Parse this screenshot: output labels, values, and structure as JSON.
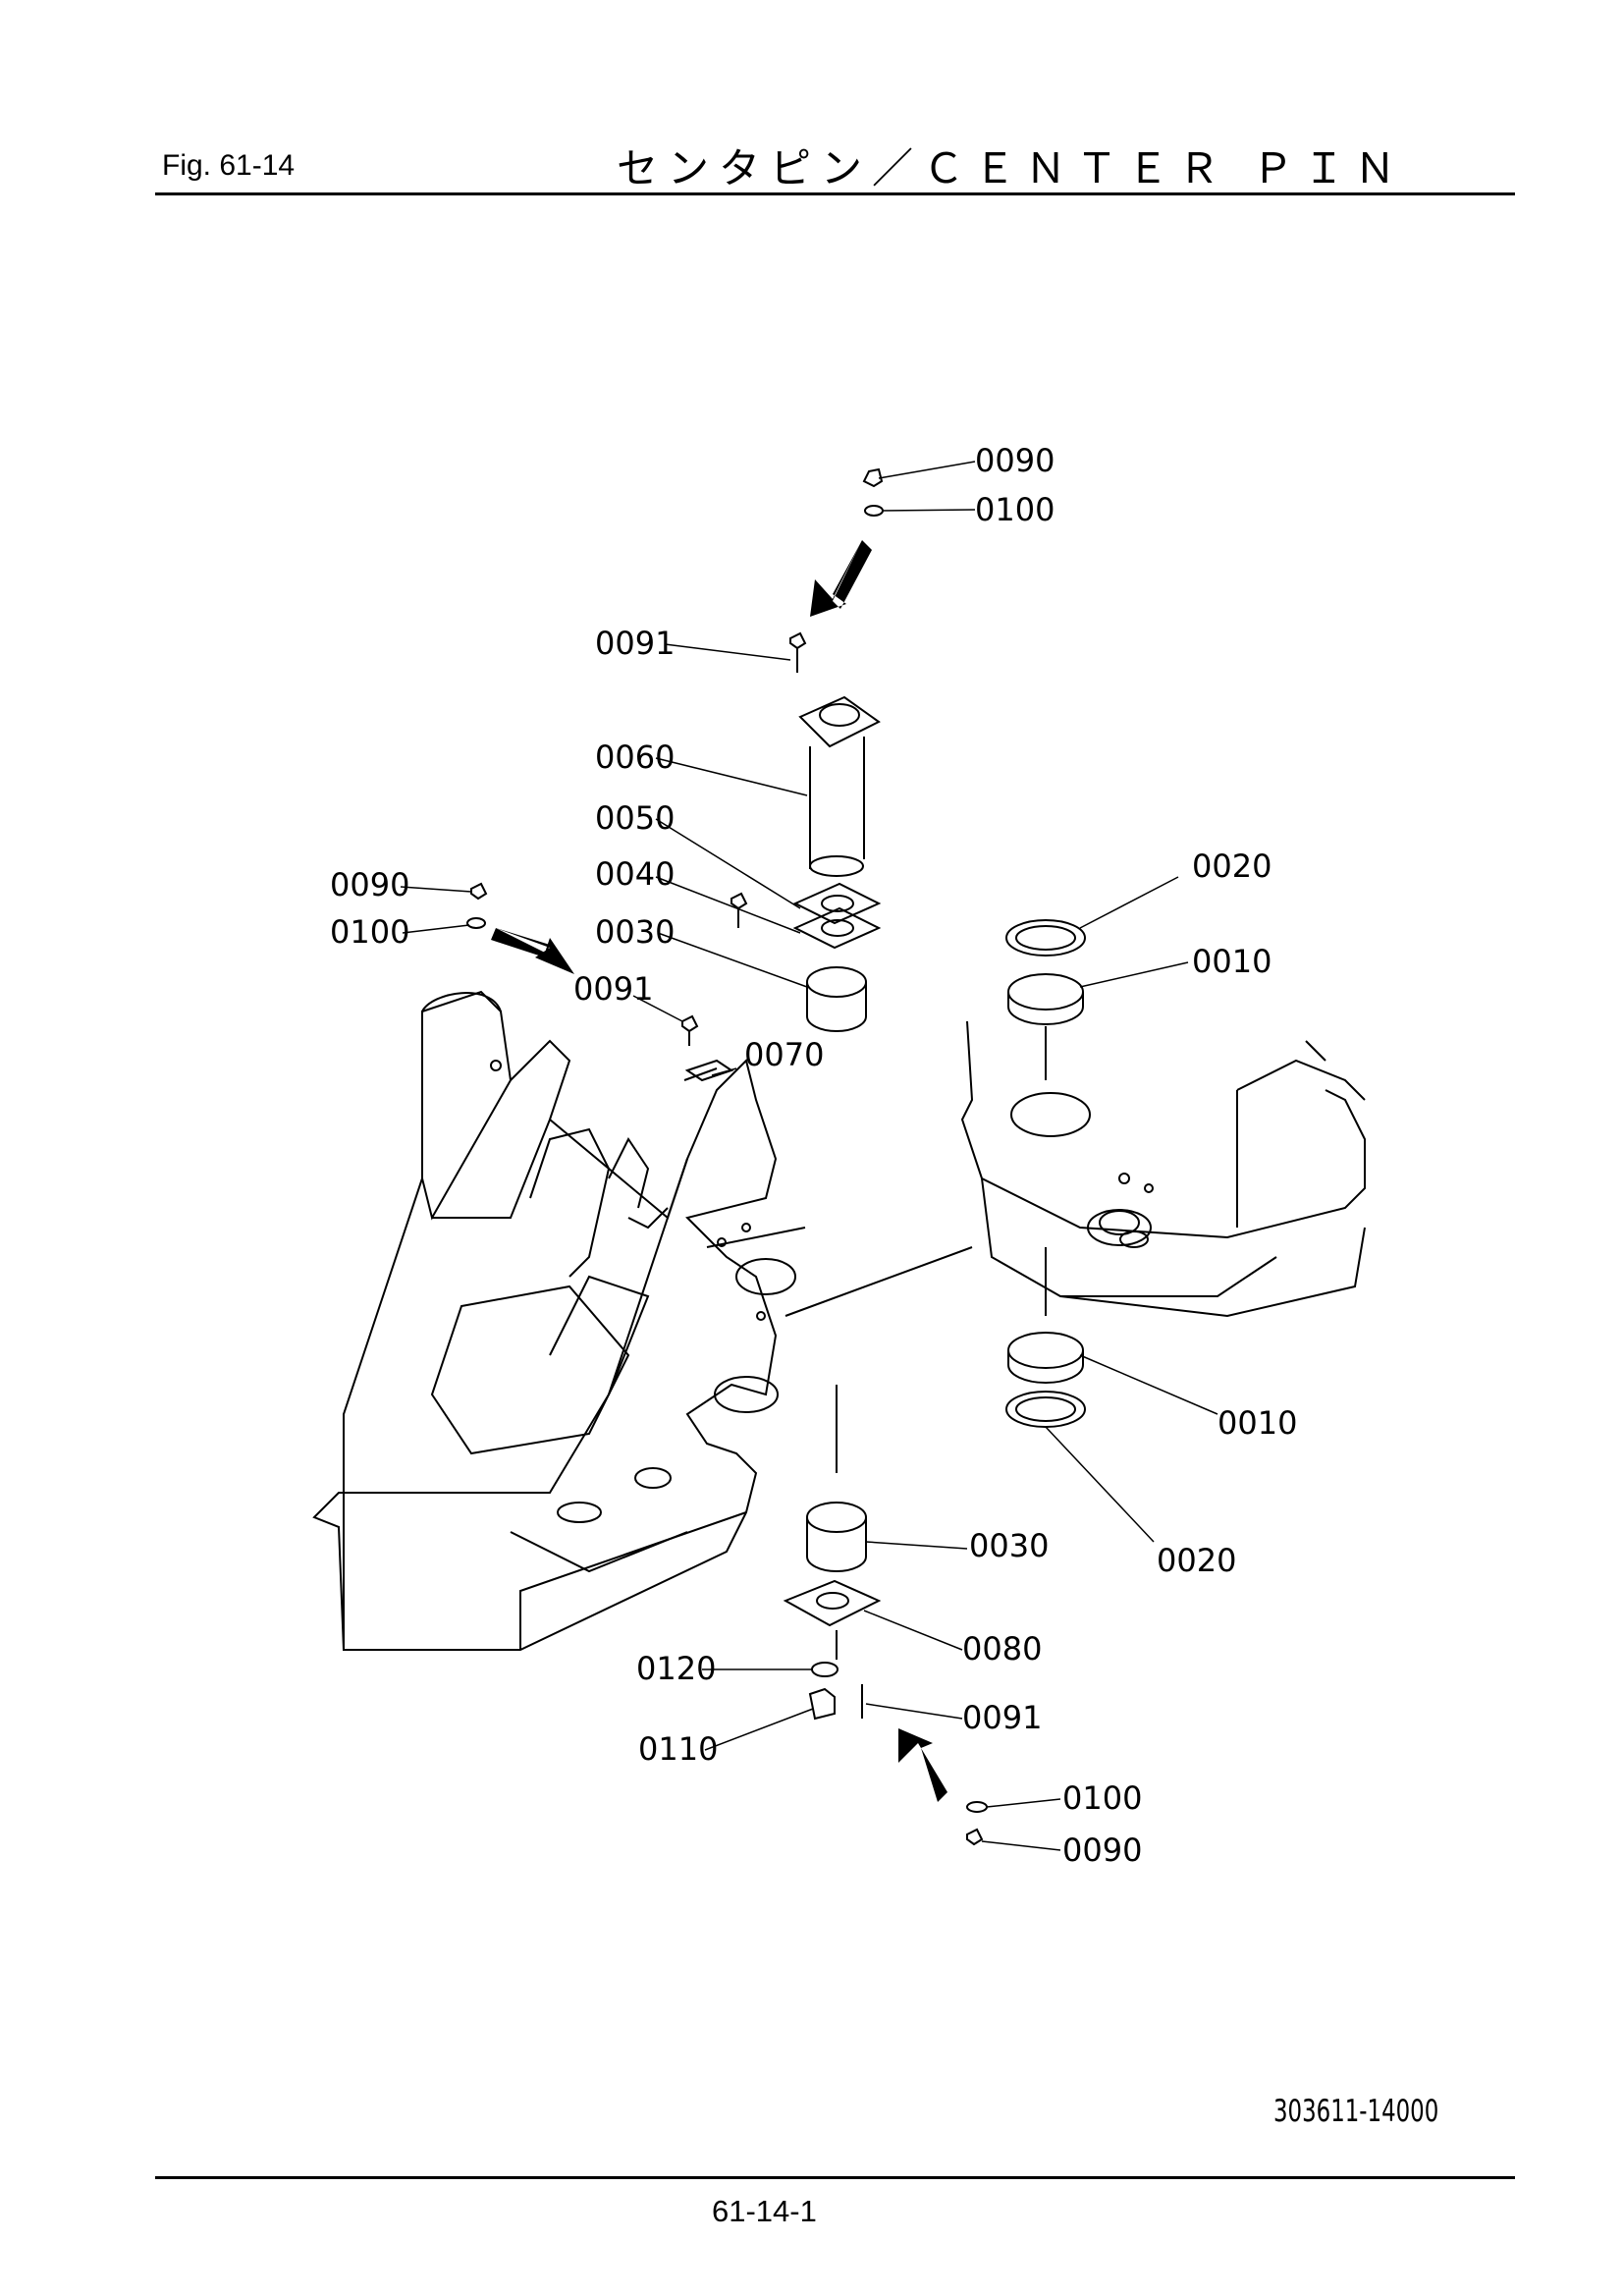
{
  "header": {
    "fig_label": "Fig.  61-14",
    "title": "センタピン／ＣＥＮＴＥＲ ＰＩＮ"
  },
  "callouts": [
    "0090",
    "0100",
    "0091",
    "0060",
    "0050",
    "0040",
    "0030",
    "0090",
    "0100",
    "0091",
    "0070",
    "0020",
    "0010",
    "0010",
    "0020",
    "0030",
    "0080",
    "0120",
    "0091",
    "0110",
    "0100",
    "0090"
  ],
  "footer": {
    "drawing_number": "303611-14000",
    "page_number": "61-14-1"
  }
}
